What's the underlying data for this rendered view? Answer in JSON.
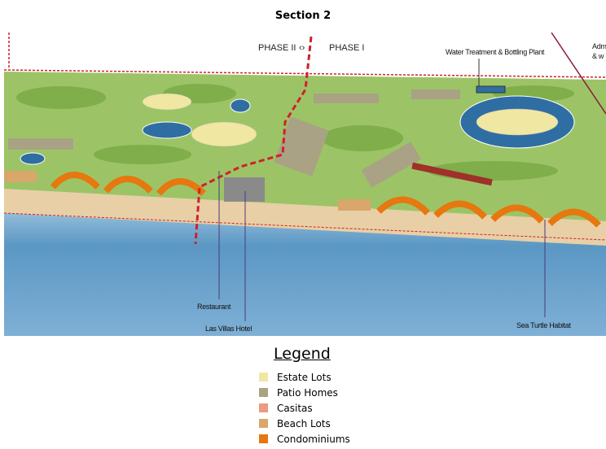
{
  "title": "Section 2",
  "map": {
    "phase_left": "PHASE II",
    "phase_right": "PHASE I",
    "labels": {
      "water_plant": "Water Treatment & Bottling Plant",
      "admin_line1": "Adm",
      "admin_line2": "& w",
      "restaurant": "Restaurant",
      "hotel": "Las Villas Hotel",
      "turtle": "Sea Turtle Habitat"
    },
    "colors": {
      "ocean": "#4f8fc0",
      "beach": "#e8cfa6",
      "golf": "#8fbf5a",
      "boundary": "#d0202a"
    }
  },
  "legend": {
    "title": "Legend",
    "items": [
      {
        "label": "Estate Lots",
        "color": "#efe7a2"
      },
      {
        "label": "Patio Homes",
        "color": "#a9a284"
      },
      {
        "label": "Casitas",
        "color": "#ec9a80"
      },
      {
        "label": "Beach Lots",
        "color": "#d9a66c"
      },
      {
        "label": "Condominiums",
        "color": "#e7770f"
      }
    ]
  }
}
